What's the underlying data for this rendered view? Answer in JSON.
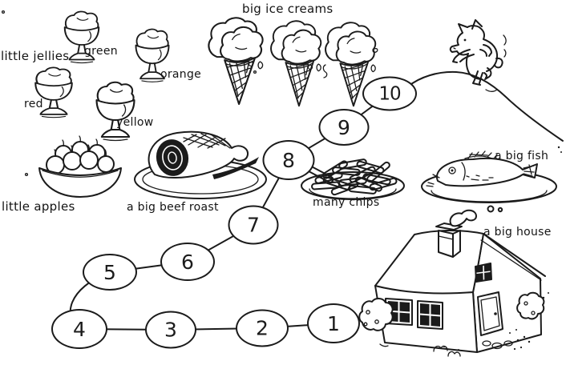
{
  "page": {
    "background": "#ffffff",
    "ink": "#1b1b1b"
  },
  "labels": {
    "jellies_title": "little jellies",
    "jelly_green": "green",
    "jelly_orange": "orange",
    "jelly_red": "red",
    "jelly_yellow": "yellow",
    "ice_creams_title": "big ice creams",
    "apples_title": "little apples",
    "beef_roast_title": "a big beef roast",
    "chips_title": "many chips",
    "fish_title": "a big fish",
    "house_title": "a big house"
  },
  "path_numbers": [
    "1",
    "2",
    "3",
    "4",
    "5",
    "6",
    "7",
    "8",
    "9",
    "10"
  ]
}
